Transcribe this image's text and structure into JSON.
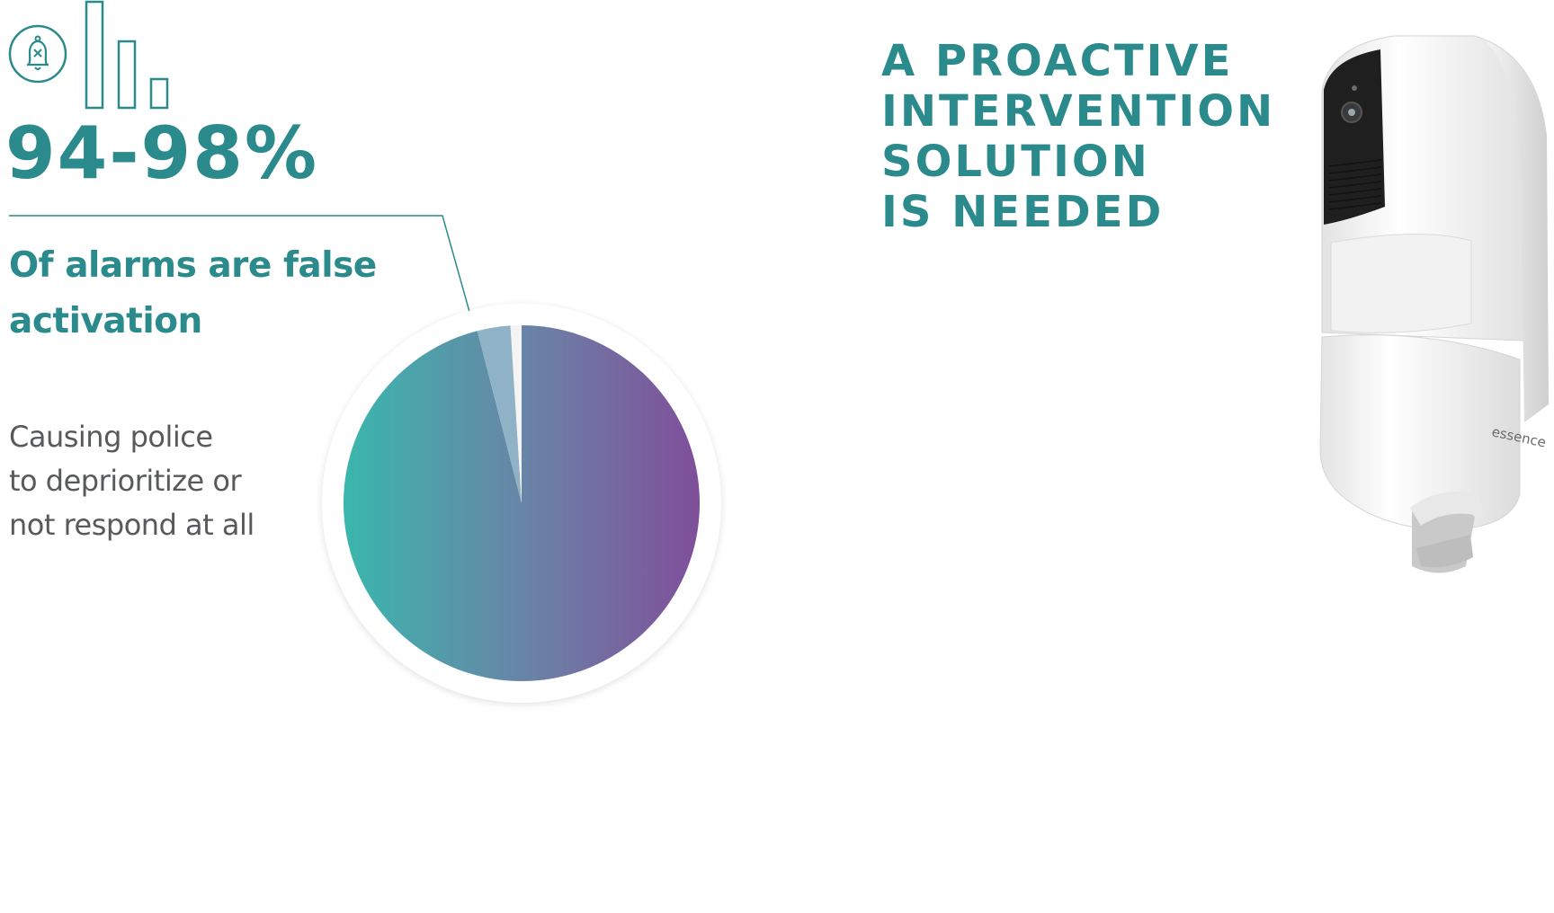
{
  "stat": {
    "value": "94-98%",
    "label": "Of alarms are false activation",
    "note_lines": [
      "Causing police",
      "to deprioritize or",
      "not respond at all"
    ]
  },
  "headline": {
    "lines": [
      "A PROACTIVE",
      "INTERVENTION",
      "SOLUTION",
      "IS NEEDED"
    ]
  },
  "device": {
    "brand": "essence"
  },
  "icons": [
    "bell-slash-icon",
    "bar-graph-icon"
  ],
  "colors": {
    "accent": "#2b8a8c",
    "pie_gradient_start": "#3ab7ad",
    "pie_gradient_end": "#7f4f9a",
    "pie_small_slice": "#8fb2c6",
    "body_text": "#58595b"
  },
  "chart_data": {
    "type": "pie",
    "slices": [
      {
        "value": 96
      },
      {
        "value": 3
      },
      {
        "value": 1
      }
    ]
  }
}
